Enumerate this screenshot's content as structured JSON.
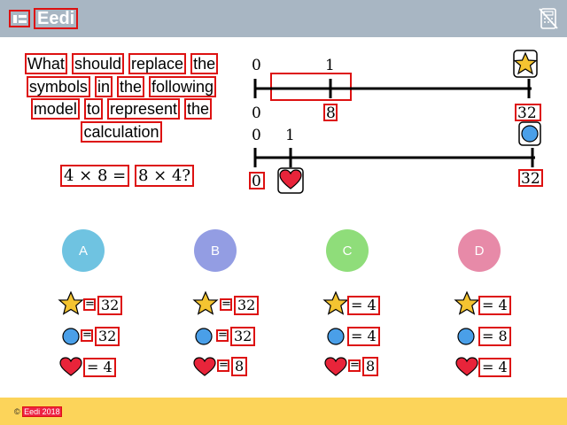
{
  "header": {
    "brand": "Eedi",
    "calculator_icon": "calculator-crossed-icon"
  },
  "question": {
    "words": [
      "What",
      "should",
      "replace",
      "the",
      "symbols",
      "in",
      "the",
      "following",
      "model",
      "to",
      "represent",
      "the",
      "calculation"
    ],
    "eq_left": "4 × 8 =",
    "eq_right": "8 × 4?"
  },
  "numberlines": {
    "top": {
      "above_start": "0",
      "above_tick": "1",
      "below_start": "0",
      "below_tick": "8",
      "below_end": "32"
    },
    "bottom": {
      "above_start": "0",
      "above_tick": "1",
      "below_start": "0",
      "below_end": "32"
    }
  },
  "options": [
    {
      "letter": "A",
      "color": "#6fc3e1",
      "star": "32",
      "circle": "32",
      "heart": "4"
    },
    {
      "letter": "B",
      "color": "#939de3",
      "star": "32",
      "circle": "32",
      "heart": "8"
    },
    {
      "letter": "C",
      "color": "#8fdd7a",
      "star": "4",
      "circle": "4",
      "heart": "8"
    },
    {
      "letter": "D",
      "color": "#e78aa8",
      "star": "4",
      "circle": "8",
      "heart": "4"
    }
  ],
  "footer": {
    "copyright_symbol": "©",
    "copyright_text": "Eedi 2018"
  }
}
